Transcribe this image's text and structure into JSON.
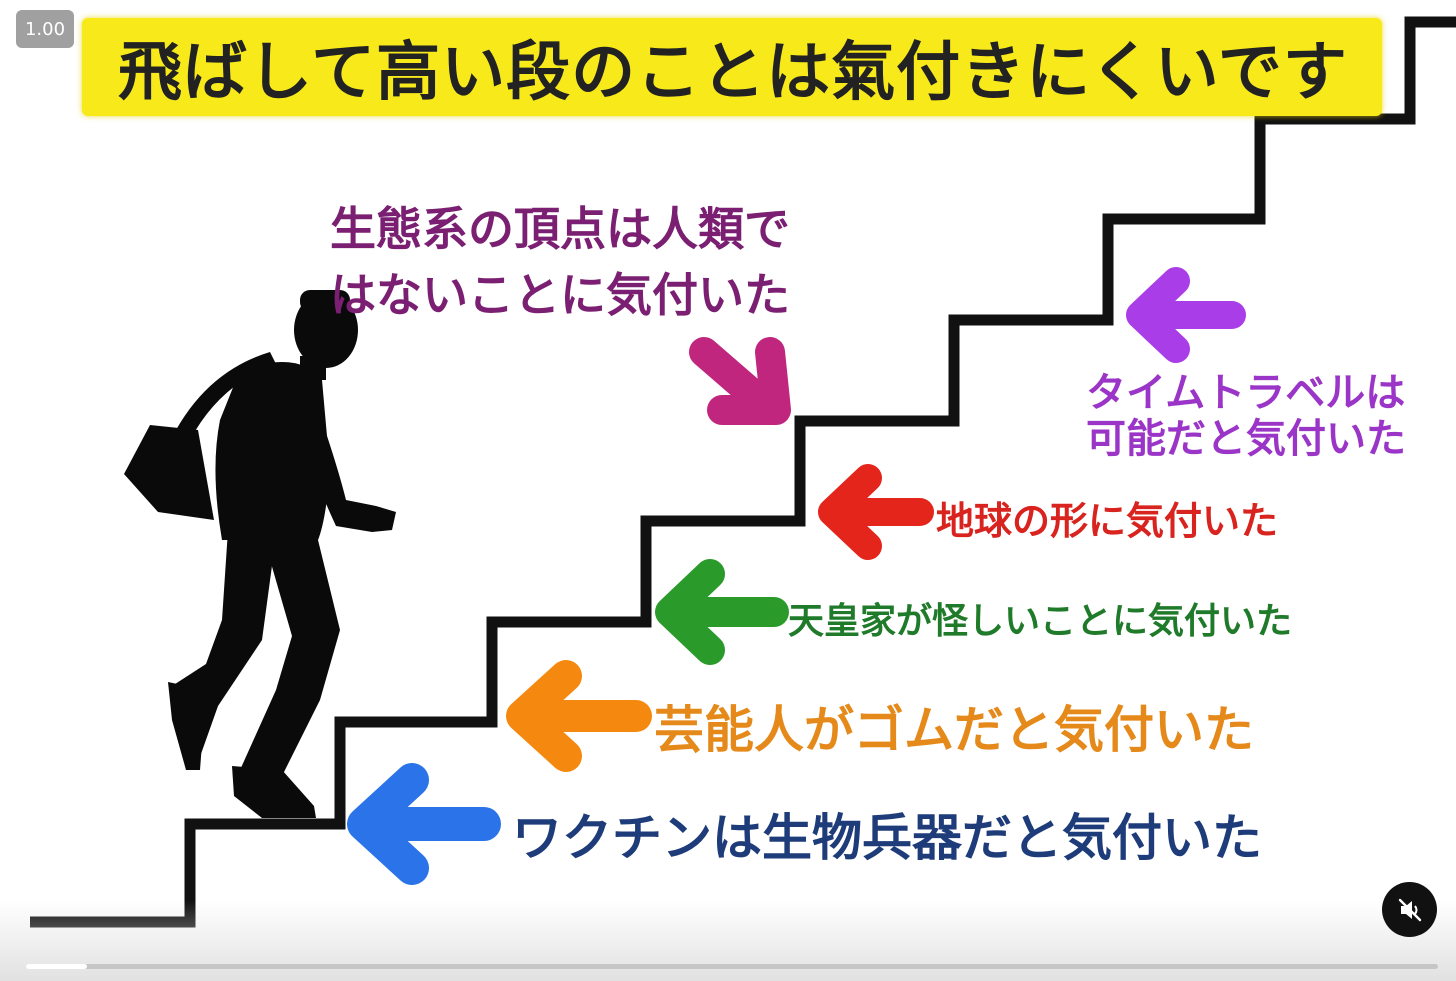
{
  "player": {
    "speed_label": "1.00",
    "progress_fraction": 0.043,
    "muted": true
  },
  "slide": {
    "title": "飛ばして高い段のことは氣付きにくいです",
    "title_bg": "#f8ea1a",
    "captions": {
      "ecosystem": "生態系の頂点は人類ではないことに気付いた",
      "time_travel": "タイムトラベルは可能だと気付いた",
      "earth": "地球の形に気付いた",
      "imperial": "天皇家が怪しいことに気付いた",
      "celebrity": "芸能人がゴムだと気付いた",
      "vaccine": "ワクチンは生物兵器だと気付いた"
    },
    "colors": {
      "ecosystem_arrow": "#c0267e",
      "time_travel_arrow": "#a93de8",
      "earth_arrow": "#e4251c",
      "imperial_arrow": "#2a9a2a",
      "celebrity_arrow": "#f5890f",
      "vaccine_arrow": "#2a73e8"
    },
    "icons": {
      "person": "person-climbing-stairs-silhouette",
      "mute": "speaker-muted-icon"
    }
  }
}
